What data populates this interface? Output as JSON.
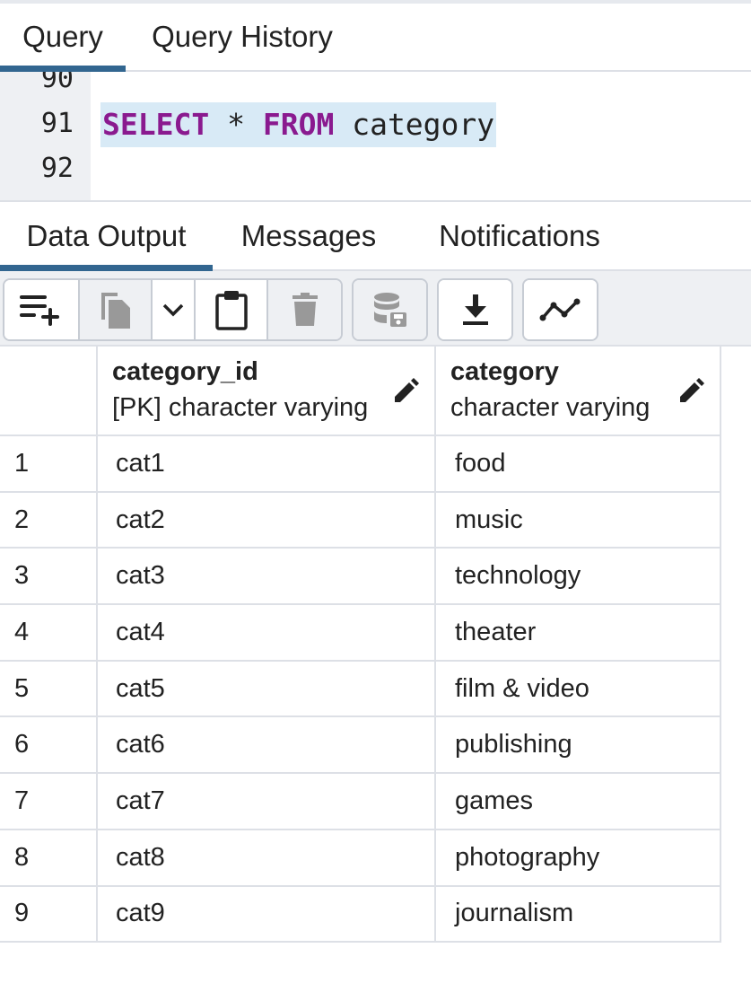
{
  "query_tabs": [
    {
      "label": "Query",
      "active": true
    },
    {
      "label": "Query History",
      "active": false
    }
  ],
  "editor": {
    "line_numbers": [
      "90",
      "91",
      "92"
    ],
    "code": {
      "kw1": "SELECT",
      "star": "*",
      "kw2": "FROM",
      "table": "category"
    }
  },
  "output_tabs": [
    {
      "label": "Data Output",
      "active": true
    },
    {
      "label": "Messages",
      "active": false
    },
    {
      "label": "Notifications",
      "active": false
    }
  ],
  "toolbar": {
    "buttons": [
      "add-row-icon",
      "copy-icon",
      "chevron-down-icon",
      "paste-icon",
      "delete-icon",
      "save-data-icon",
      "download-icon",
      "graph-visualiser-icon"
    ]
  },
  "grid": {
    "columns": [
      {
        "name": "category_id",
        "type": "[PK] character varying"
      },
      {
        "name": "category",
        "type": "character varying"
      }
    ],
    "rows": [
      {
        "n": "1",
        "id": "cat1",
        "category": "food"
      },
      {
        "n": "2",
        "id": "cat2",
        "category": "music"
      },
      {
        "n": "3",
        "id": "cat3",
        "category": "technology"
      },
      {
        "n": "4",
        "id": "cat4",
        "category": "theater"
      },
      {
        "n": "5",
        "id": "cat5",
        "category": "film & video"
      },
      {
        "n": "6",
        "id": "cat6",
        "category": "publishing"
      },
      {
        "n": "7",
        "id": "cat7",
        "category": "games"
      },
      {
        "n": "8",
        "id": "cat8",
        "category": "photography"
      },
      {
        "n": "9",
        "id": "cat9",
        "category": "journalism"
      }
    ]
  },
  "colors": {
    "accent": "#326690",
    "keyword": "#8a1a8f",
    "selection": "#d8eaf6",
    "gutter": "#eef0f3"
  }
}
